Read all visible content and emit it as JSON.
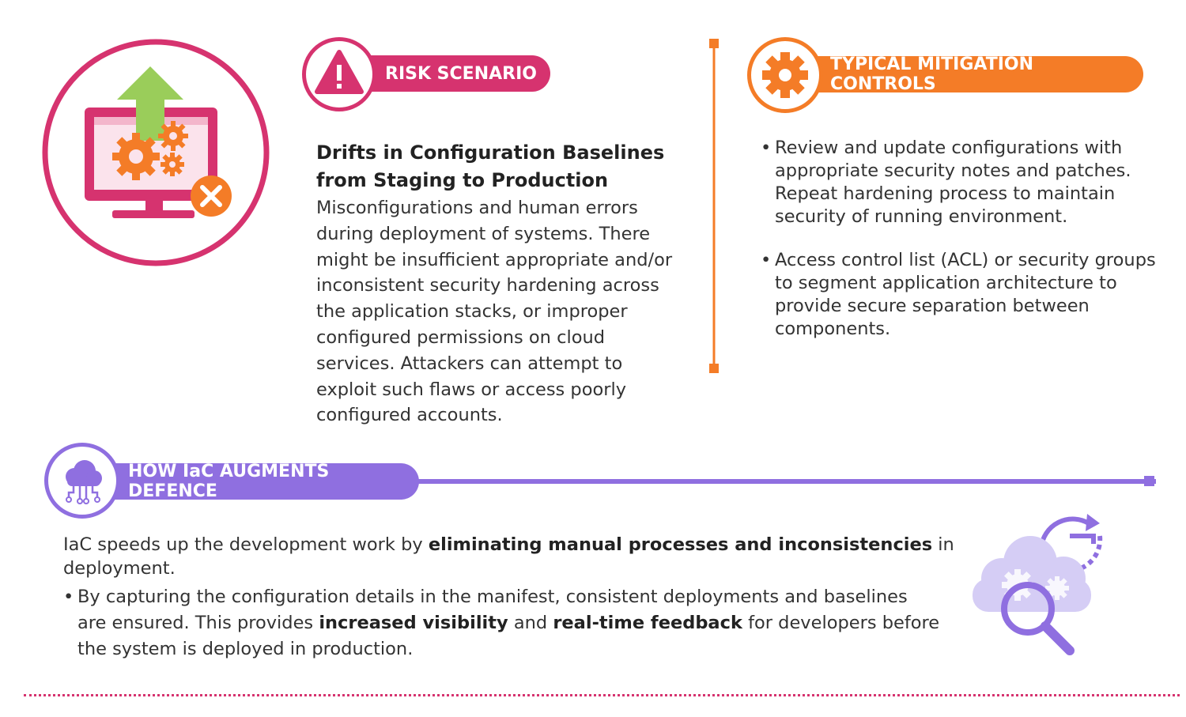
{
  "risk": {
    "label": "RISK SCENARIO",
    "icon": "warning-triangle-icon",
    "title": "Drifts in Configuration Baselines from Staging to Production",
    "body": "Misconfigurations and human errors during deployment of systems. There might be insufficient appropriate and/or inconsistent security hardening across the application stacks, or improper configured permissions on cloud services. Attackers can attempt to exploit such flaws or access poorly configured accounts."
  },
  "mitigation": {
    "label": "TYPICAL MITIGATION CONTROLS",
    "icon": "gear-icon",
    "items": [
      "Review and update configurations with appropriate security notes and patches. Repeat hardening process to maintain security of running environment.",
      "Access control list (ACL) or security groups to segment application architecture to provide secure separation between components."
    ]
  },
  "iac": {
    "label": "HOW IaC AUGMENTS DEFENCE",
    "icon": "cloud-network-icon",
    "intro_pre": "IaC speeds up the development work by ",
    "intro_bold": "eliminating manual processes and inconsistencies",
    "intro_post": " in deployment.",
    "bullet_pre": "By capturing the configuration details in the manifest, consistent deployments and baselines are ensured. This provides ",
    "bullet_bold1": "increased visibility",
    "bullet_mid": " and ",
    "bullet_bold2": "real-time feedback",
    "bullet_post": " for developers before the system is deployed in production."
  },
  "illustrations": {
    "hero": "monitor-upload-gears-error-icon",
    "corner": "cloud-gears-magnifier-refresh-icon"
  },
  "colors": {
    "pink": "#d6336f",
    "orange": "#f47c27",
    "purple": "#8f6fe0",
    "green": "#9acd5a"
  }
}
